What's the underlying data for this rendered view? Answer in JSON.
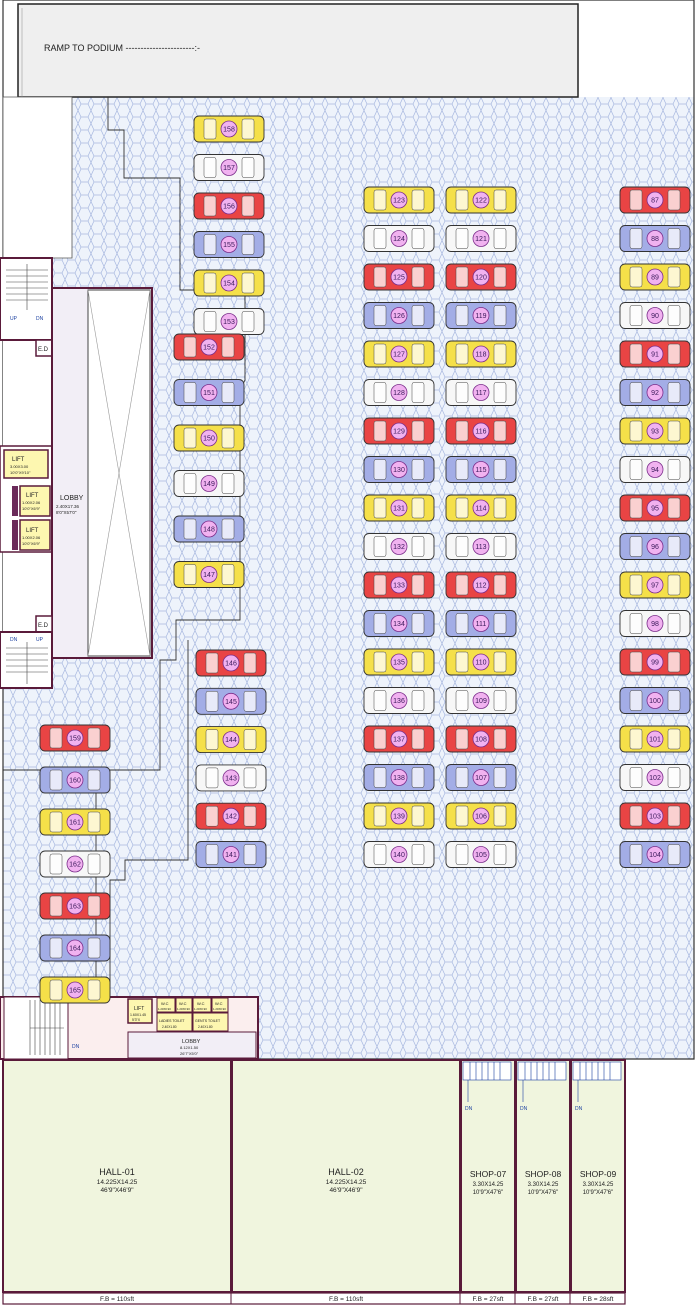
{
  "ramp_label": "RAMP TO PODIUM -----------------------:-",
  "lobby_main": {
    "name": "LOBBY",
    "dim1": "2.40X17.36",
    "dim2": "8'0\"X57'0\""
  },
  "lobby_south": {
    "name": "LOBBY",
    "dim1": "8.12X1.50",
    "dim2": "26'7\"X5'0\""
  },
  "lifts": [
    {
      "name": "LIFT",
      "dim1": "3.00X3.00",
      "dim2": "10'0\"X9'10\""
    },
    {
      "name": "LIFT",
      "dim1": "1.00X2.06",
      "dim2": "10'0\"X6'9\""
    },
    {
      "name": "LIFT",
      "dim1": "1.00X2.06",
      "dim2": "10'0\"X6'9\""
    },
    {
      "name": "LIFT",
      "dim1": "1.60X1.45",
      "dim2": "5'3\"X"
    }
  ],
  "ed_label": "E.D",
  "stair_labels": {
    "up": "UP",
    "dn": "DN"
  },
  "toilets": [
    {
      "name": "W.C",
      "dim": "1.20X0.90"
    },
    {
      "name": "W.C",
      "dim": "1.20X0.90"
    },
    {
      "name": "W.C",
      "dim": "1.20X0.90"
    },
    {
      "name": "W.C",
      "dim": "1.20X0.90"
    }
  ],
  "toilet_blocks": [
    {
      "name": "LADIES TOILET",
      "dim": "2.40X1.80"
    },
    {
      "name": "GENTS TOILET",
      "dim": "2.40X1.80"
    }
  ],
  "units": [
    {
      "name": "HALL-01",
      "dim1": "14.225X14.25",
      "dim2": "46'9\"X46'9\"",
      "area": "F.B = 110sft"
    },
    {
      "name": "HALL-02",
      "dim1": "14.225X14.25",
      "dim2": "46'9\"X46'9\"",
      "area": "F.B = 110sft"
    },
    {
      "name": "SHOP-07",
      "dim1": "3.30X14.25",
      "dim2": "10'9\"X47'6\"",
      "area": "F.B = 27sft"
    },
    {
      "name": "SHOP-08",
      "dim1": "3.30X14.25",
      "dim2": "10'9\"X47'6\"",
      "area": "F.B = 27sft"
    },
    {
      "name": "SHOP-09",
      "dim1": "3.30X14.25",
      "dim2": "10'9\"X47'6\"",
      "area": "F.B = 28sft"
    }
  ],
  "car_colors": {
    "yellow": "#f5e049",
    "white": "#f7f7f7",
    "red": "#e94444",
    "blue": "#a3ade6"
  },
  "car_columns": {
    "col_a": {
      "nums": [
        "158",
        "157",
        "156",
        "155",
        "154",
        "153"
      ],
      "colors": [
        "yellow",
        "white",
        "red",
        "blue",
        "yellow",
        "white"
      ]
    },
    "col_b": {
      "nums": [
        "152",
        "151",
        "150",
        "149",
        "148",
        "147"
      ],
      "colors": [
        "red",
        "blue",
        "yellow",
        "white",
        "blue",
        "yellow"
      ]
    },
    "col_c": {
      "nums": [
        "146",
        "145",
        "144",
        "143",
        "142",
        "141"
      ],
      "colors": [
        "red",
        "blue",
        "yellow",
        "white",
        "red",
        "blue"
      ]
    },
    "col_d": {
      "nums": [
        "159",
        "160",
        "161",
        "162",
        "163",
        "164",
        "165"
      ],
      "colors": [
        "red",
        "blue",
        "yellow",
        "white",
        "red",
        "blue",
        "yellow"
      ]
    },
    "col_e": {
      "nums": [
        "123",
        "124",
        "125",
        "126",
        "127",
        "128",
        "129",
        "130",
        "131",
        "132",
        "133",
        "134",
        "135",
        "136",
        "137",
        "138",
        "139",
        "140"
      ],
      "colors": [
        "yellow",
        "white",
        "red",
        "blue",
        "yellow",
        "white",
        "red",
        "blue",
        "yellow",
        "white",
        "red",
        "blue",
        "yellow",
        "white",
        "red",
        "blue",
        "yellow",
        "white"
      ]
    },
    "col_f": {
      "nums": [
        "122",
        "121",
        "120",
        "119",
        "118",
        "117",
        "116",
        "115",
        "114",
        "113",
        "112",
        "111",
        "110",
        "109",
        "108",
        "107",
        "106",
        "105"
      ],
      "colors": [
        "yellow",
        "white",
        "red",
        "blue",
        "yellow",
        "white",
        "red",
        "blue",
        "yellow",
        "white",
        "red",
        "blue",
        "yellow",
        "white",
        "red",
        "blue",
        "yellow",
        "white"
      ]
    },
    "col_g": {
      "nums": [
        "87",
        "88",
        "89",
        "90",
        "91",
        "92",
        "93",
        "94",
        "95",
        "96",
        "97",
        "98",
        "99",
        "100",
        "101",
        "102",
        "103",
        "104"
      ],
      "colors": [
        "red",
        "blue",
        "yellow",
        "white",
        "red",
        "blue",
        "yellow",
        "white",
        "red",
        "blue",
        "yellow",
        "white",
        "red",
        "blue",
        "yellow",
        "white",
        "red",
        "blue"
      ]
    }
  }
}
